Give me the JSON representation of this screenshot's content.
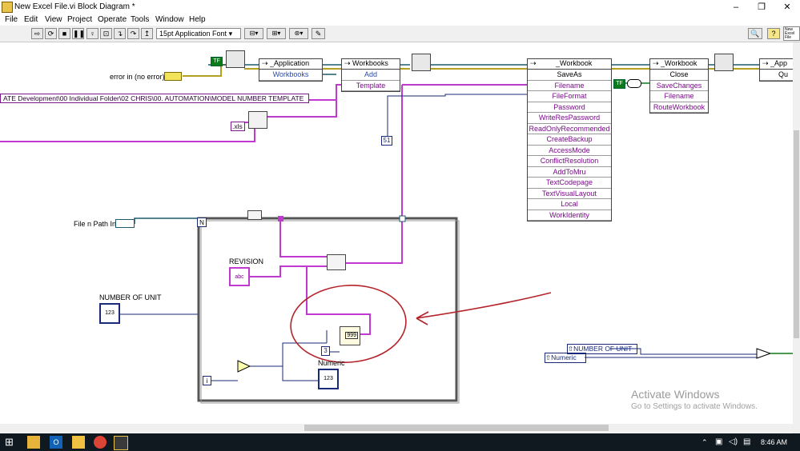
{
  "window": {
    "title": "New Excel File.vi Block Diagram *"
  },
  "menu": [
    "File",
    "Edit",
    "View",
    "Project",
    "Operate",
    "Tools",
    "Window",
    "Help"
  ],
  "toolbar": {
    "font": "15pt Application Font"
  },
  "diagram": {
    "error_in_label": "error in (no error)",
    "application_node": {
      "title": "_Application",
      "rows": [
        "Workbooks"
      ]
    },
    "workbooks_node": {
      "title": "Workbooks",
      "rows": [
        "Add",
        "Template"
      ]
    },
    "path_constant": "ATE Development\\00 Individual Folder\\02 CHRIS\\00. AUTOMATION\\MODEL NUMBER TEMPLATE",
    "xls_constant": ".xls",
    "constant_51": "51",
    "saveas_node": {
      "title": "_Workbook",
      "method": "SaveAs",
      "rows": [
        "Filename",
        "FileFormat",
        "Password",
        "WriteResPassword",
        "ReadOnlyRecommended",
        "CreateBackup",
        "AccessMode",
        "ConflictResolution",
        "AddToMru",
        "TextCodepage",
        "TextVisualLayout",
        "Local",
        "WorkIdentity"
      ]
    },
    "close_node": {
      "title": "_Workbook",
      "method": "Close",
      "rows": [
        "SaveChanges",
        "Filename",
        "RouteWorkbook"
      ]
    },
    "app_quit_node": {
      "title": "_App",
      "rows": [
        "Qu"
      ]
    },
    "bool_true": "TF",
    "file_path_label": "File n Path In",
    "for_loop": {
      "count_terminal": "N",
      "iteration_terminal": "i"
    },
    "revision_label": "REVISION",
    "revision_terminal": "abc",
    "number_of_unit_label": "NUMBER OF UNIT",
    "numeric_label": "Numeric",
    "numeric_terminal": "123",
    "constant_3": "3",
    "format_node_value": "999",
    "local_var_number": "NUMBER OF UNIT",
    "local_var_numeric": "Numeric"
  },
  "watermark": {
    "line1": "Activate Windows",
    "line2": "Go to Settings to activate Windows."
  },
  "taskbar": {
    "time": "8:46 AM"
  },
  "colors": {
    "path_wire": "#c03ad0",
    "error_wire": "#b4a020",
    "ref_wire": "#1f5a6b",
    "annotation": "#b4232a"
  }
}
